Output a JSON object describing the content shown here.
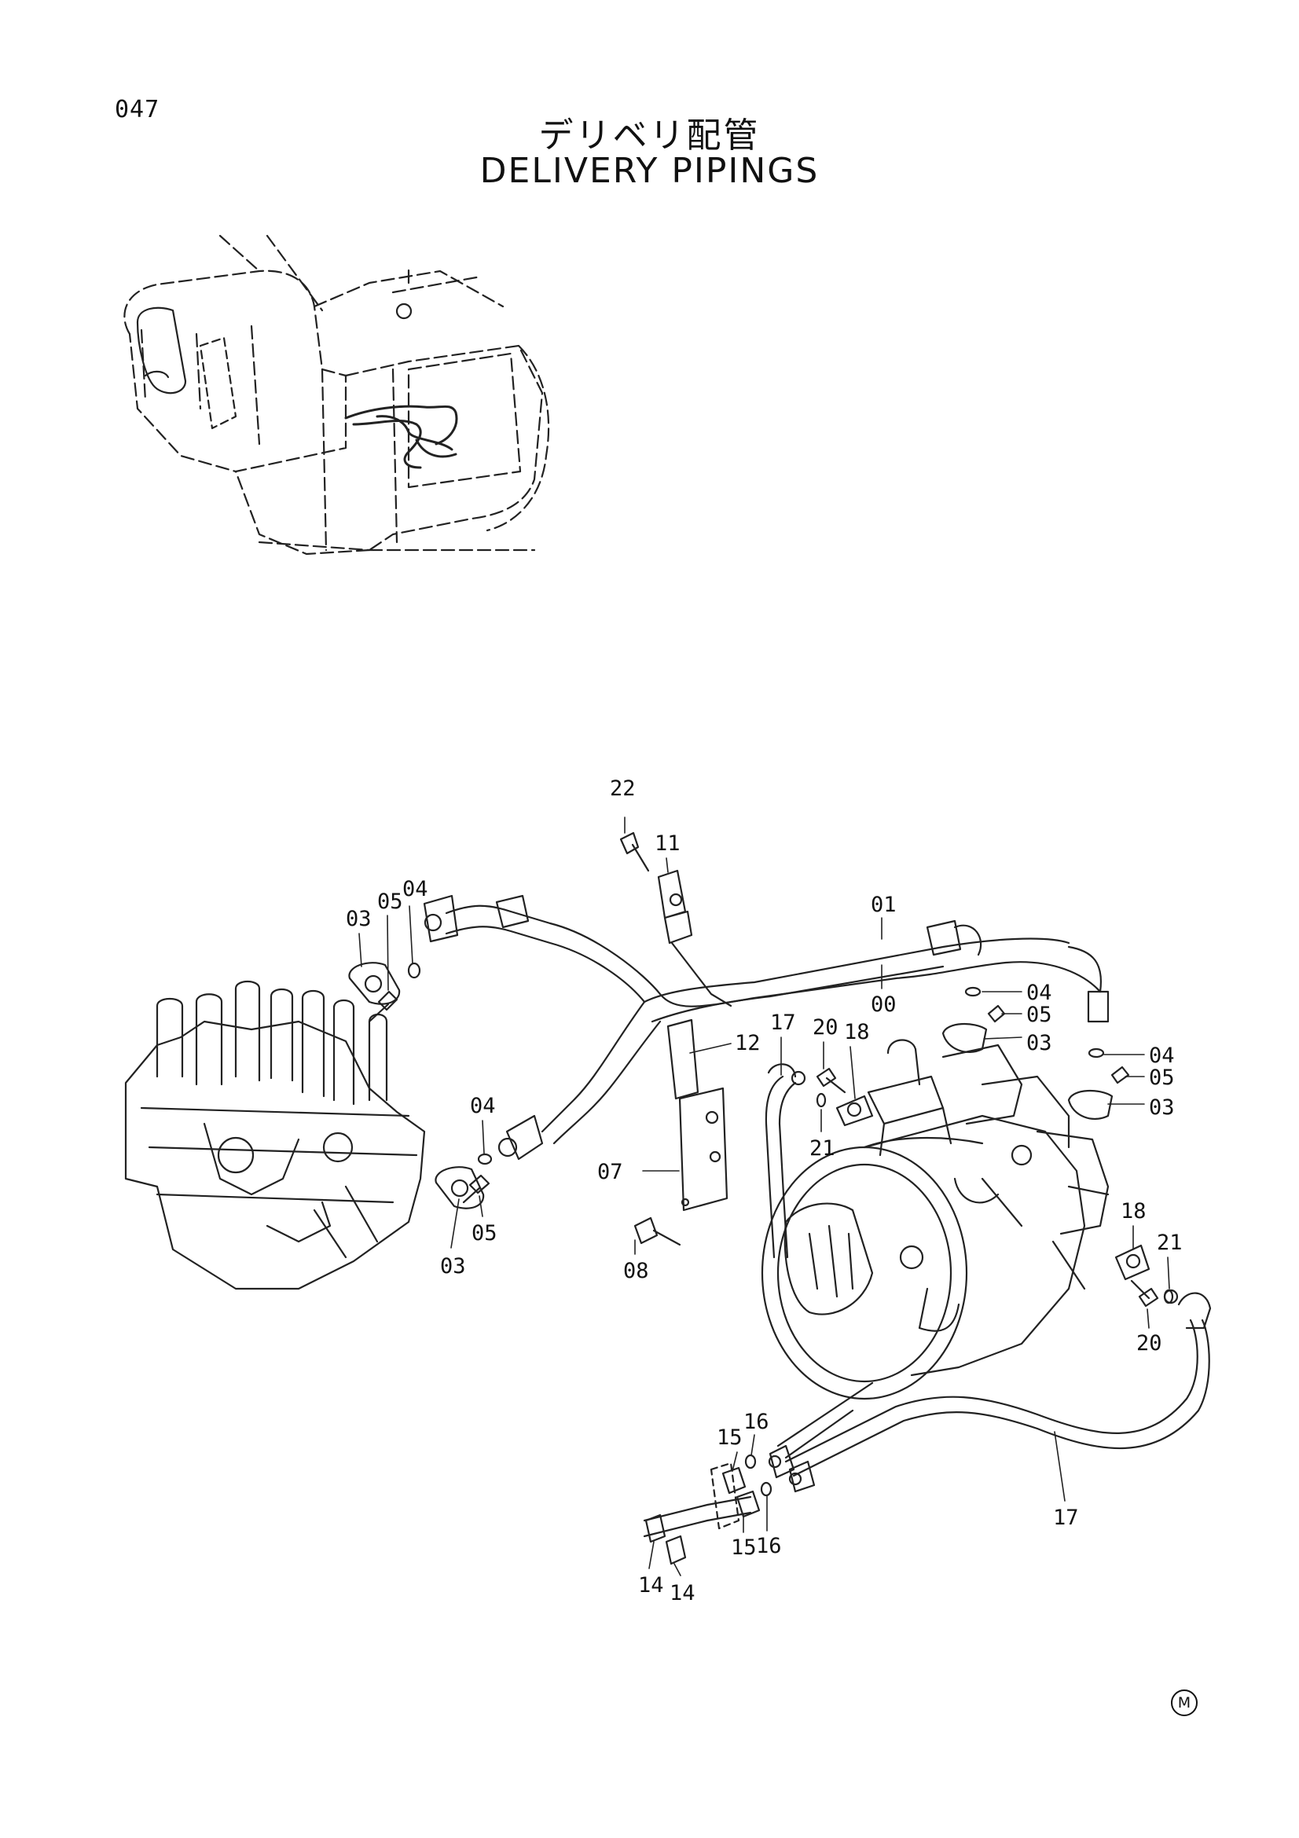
{
  "page": {
    "number": "047"
  },
  "title": {
    "japanese": "デリベリ配管",
    "english": "DELIVERY PIPINGS"
  },
  "callouts": [
    {
      "id": "c22a",
      "label": "22"
    },
    {
      "id": "c11a",
      "label": "11"
    },
    {
      "id": "c01a",
      "label": "01"
    },
    {
      "id": "c00a",
      "label": "00"
    },
    {
      "id": "c12a",
      "label": "12"
    },
    {
      "id": "c07a",
      "label": "07"
    },
    {
      "id": "c08a",
      "label": "08"
    },
    {
      "id": "c03a",
      "label": "03"
    },
    {
      "id": "c05a",
      "label": "05"
    },
    {
      "id": "c04a",
      "label": "04"
    },
    {
      "id": "c04b",
      "label": "04"
    },
    {
      "id": "c05b",
      "label": "05"
    },
    {
      "id": "c03b",
      "label": "03"
    },
    {
      "id": "c04c",
      "label": "04"
    },
    {
      "id": "c05c",
      "label": "05"
    },
    {
      "id": "c03c",
      "label": "03"
    },
    {
      "id": "c04d",
      "label": "04"
    },
    {
      "id": "c05d",
      "label": "05"
    },
    {
      "id": "c03d",
      "label": "03"
    },
    {
      "id": "c17a",
      "label": "17"
    },
    {
      "id": "c20a",
      "label": "20"
    },
    {
      "id": "c18a",
      "label": "18"
    },
    {
      "id": "c21a",
      "label": "21"
    },
    {
      "id": "c18b",
      "label": "18"
    },
    {
      "id": "c21b",
      "label": "21"
    },
    {
      "id": "c20b",
      "label": "20"
    },
    {
      "id": "c16a",
      "label": "16"
    },
    {
      "id": "c15a",
      "label": "15"
    },
    {
      "id": "c15b",
      "label": "15"
    },
    {
      "id": "c16b",
      "label": "16"
    },
    {
      "id": "c14a",
      "label": "14"
    },
    {
      "id": "c14b",
      "label": "14"
    },
    {
      "id": "c17b",
      "label": "17"
    }
  ],
  "footer": {
    "mark": "M"
  }
}
